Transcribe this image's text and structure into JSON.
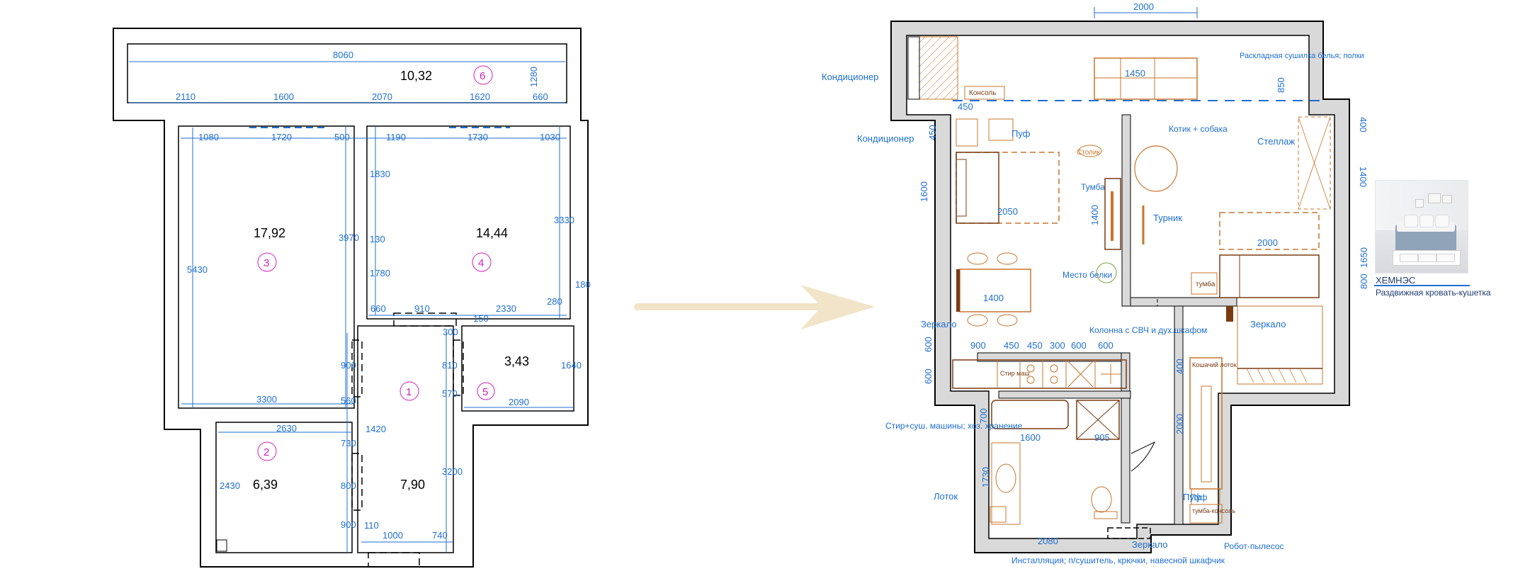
{
  "plans": {
    "before": {
      "overall_dims": [
        "8060",
        "1280"
      ],
      "dims": [
        "2110",
        "1600",
        "2070",
        "1620",
        "660",
        "1080",
        "1720",
        "500",
        "1190",
        "1730",
        "1030",
        "3970",
        "3330",
        "5430",
        "1830",
        "130",
        "1780",
        "660",
        "910",
        "2330",
        "280",
        "180",
        "300",
        "150",
        "900",
        "810",
        "570",
        "3300",
        "2090",
        "560",
        "1640",
        "2630",
        "1420",
        "730",
        "800",
        "3200",
        "2430",
        "900",
        "110",
        "1000",
        "740"
      ],
      "rooms": [
        {
          "num": "6",
          "area": "10,32"
        },
        {
          "num": "3",
          "area": "17,92"
        },
        {
          "num": "4",
          "area": "14,44"
        },
        {
          "num": "5",
          "area": "3,43"
        },
        {
          "num": "1",
          "area": "7,90"
        },
        {
          "num": "2",
          "area": "6,39"
        }
      ]
    },
    "after": {
      "dims": [
        "2000",
        "1450",
        "850",
        "450",
        "450",
        "1600",
        "2050",
        "1400",
        "1400",
        "400",
        "1400",
        "2000",
        "1650",
        "800",
        "900",
        "450",
        "450",
        "300",
        "600",
        "600",
        "600",
        "600",
        "700",
        "1600",
        "905",
        "400",
        "2000",
        "1730",
        "2080"
      ],
      "furniture_labels": [
        "Консоль",
        "Столик",
        "Тумба",
        "тумба",
        "Пуф",
        "Кошачий лоток",
        "тумба-консоль",
        "Стир маш"
      ],
      "annotations": {
        "air_conditioner": "Кондиционер",
        "folding_dryer": "Раскладная сушилка белья; полки",
        "cat_dog": "Котик + собака",
        "shelving": "Стеллаж",
        "bedside": "Тумба",
        "pullup_bar": "Турник",
        "squirrel_place": "Место белки",
        "mirror": "Зеркало",
        "column": "Колонна с СВЧ и дух.шкафом",
        "washer_dryer": "Стир+суш. машины; хоз. хранение",
        "litter_tray": "Лоток",
        "installation": "Инсталляция; п/сушитель, крючки, навесной шкафчик",
        "pouf": "Пуф",
        "robot_vacuum": "Робот-пылесос",
        "hemnes_title": "ХЕМНЭС",
        "hemnes_desc": "Раздвижная кровать-кушетка"
      }
    }
  },
  "colors": {
    "wall_fill": "#d9d9d9",
    "wall_stroke": "#000000",
    "dimension_blue": "#1f6fd1",
    "room_number_magenta": "#d11fbf",
    "furniture_orange": "#c8752b",
    "furniture_brown": "#7a3b12",
    "arrow": "#f1e4c8"
  },
  "icons": [
    "arrow-right-icon",
    "sofa-bed-photo"
  ]
}
